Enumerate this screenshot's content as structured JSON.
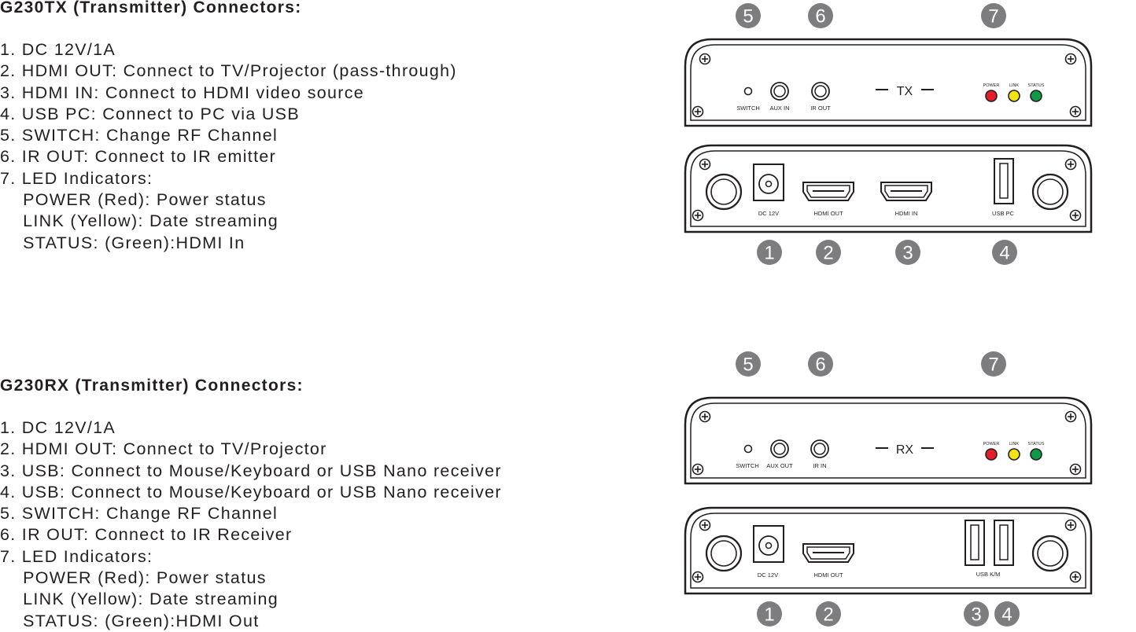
{
  "tx": {
    "heading": "G230TX (Transmitter) Connectors:",
    "lines": [
      "1. DC 12V/1A",
      "2. HDMI OUT: Connect to TV/Projector (pass-through)",
      "3. HDMI IN: Connect to HDMI video source",
      "4. USB PC: Connect to PC via USB",
      "5. SWITCH: Change RF Channel",
      "6. IR OUT: Connect to IR emitter",
      "7. LED Indicators:",
      "    POWER (Red): Power status",
      "    LINK (Yellow): Date streaming",
      "    STATUS: (Green):HDMI In"
    ],
    "front_panel": {
      "badge": "TX",
      "port_labels": [
        "SWITCH",
        "AUX IN",
        "IR OUT"
      ],
      "led_labels": [
        "POWER",
        "LINK",
        "STATUS"
      ],
      "led_colors": [
        "#e3202a",
        "#f3e313",
        "#0f9a48"
      ]
    },
    "rear_panel": {
      "port_labels": [
        "DC 12V",
        "HDMI OUT",
        "HDMI IN",
        "USB PC"
      ]
    },
    "callouts_top": [
      "5",
      "6",
      "7"
    ],
    "callouts_bottom": [
      "1",
      "2",
      "3",
      "4"
    ]
  },
  "rx": {
    "heading": "G230RX (Transmitter) Connectors:",
    "lines": [
      "1. DC 12V/1A",
      "2. HDMI OUT: Connect to TV/Projector",
      "3. USB: Connect to Mouse/Keyboard or USB Nano receiver",
      "4. USB: Connect to Mouse/Keyboard or USB Nano receiver",
      "5. SWITCH: Change RF Channel",
      "6. IR OUT: Connect to IR Receiver",
      "7. LED Indicators:",
      "    POWER (Red): Power status",
      "    LINK (Yellow): Date streaming",
      "    STATUS: (Green):HDMI Out"
    ],
    "front_panel": {
      "badge": "RX",
      "port_labels": [
        "SWITCH",
        "AUX OUT",
        "IR IN"
      ],
      "led_labels": [
        "POWER",
        "LINK",
        "STATUS"
      ],
      "led_colors": [
        "#e3202a",
        "#f3e313",
        "#0f9a48"
      ]
    },
    "rear_panel": {
      "port_labels": [
        "DC 12V",
        "HDMI OUT",
        "USB K/M"
      ]
    },
    "callouts_top": [
      "5",
      "6",
      "7"
    ],
    "callouts_bottom": [
      "1",
      "2",
      "3",
      "4"
    ]
  }
}
